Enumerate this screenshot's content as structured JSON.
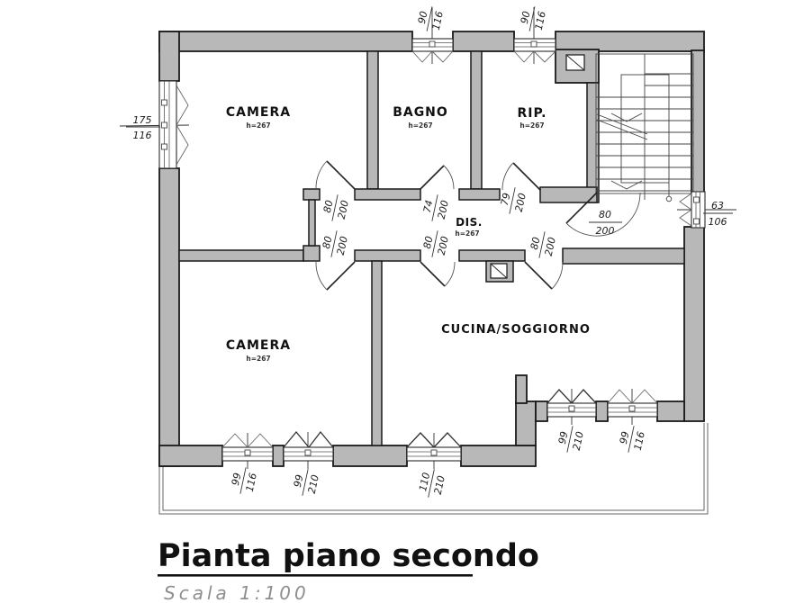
{
  "plan": {
    "title": "Pianta piano secondo",
    "scale": "Scala 1:100",
    "rooms": {
      "camera_top": {
        "name": "CAMERA",
        "h": "h=267"
      },
      "bagno": {
        "name": "BAGNO",
        "h": "h=267"
      },
      "rip": {
        "name": "RIP.",
        "h": "h=267"
      },
      "dis": {
        "name": "DIS.",
        "h": "h=267"
      },
      "camera_bottom": {
        "name": "CAMERA",
        "h": "h=267"
      },
      "cucina": {
        "name": "CUCINA/SOGGIORNO"
      }
    },
    "windows": {
      "top_bagno": {
        "w": "90",
        "h": "116"
      },
      "top_rip": {
        "w": "90",
        "h": "116"
      },
      "left_camera": {
        "w": "175",
        "h": "116"
      },
      "right_stair": {
        "w": "63",
        "h": "106"
      },
      "bottom_1": {
        "w": "99",
        "h": "116"
      },
      "bottom_2": {
        "w": "99",
        "h": "210"
      },
      "bottom_3": {
        "w": "110",
        "h": "210"
      },
      "kitchen_1": {
        "w": "99",
        "h": "210"
      },
      "kitchen_2": {
        "w": "99",
        "h": "116"
      }
    },
    "doors": {
      "camera_top": {
        "w": "80",
        "h": "200"
      },
      "bagno": {
        "w": "74",
        "h": "200"
      },
      "rip": {
        "w": "79",
        "h": "200"
      },
      "entrance": {
        "w": "80",
        "h": "200"
      },
      "camera_bottom": {
        "w": "80",
        "h": "200"
      },
      "cucina_west": {
        "w": "80",
        "h": "200"
      },
      "cucina_east": {
        "w": "80",
        "h": "200"
      }
    }
  }
}
